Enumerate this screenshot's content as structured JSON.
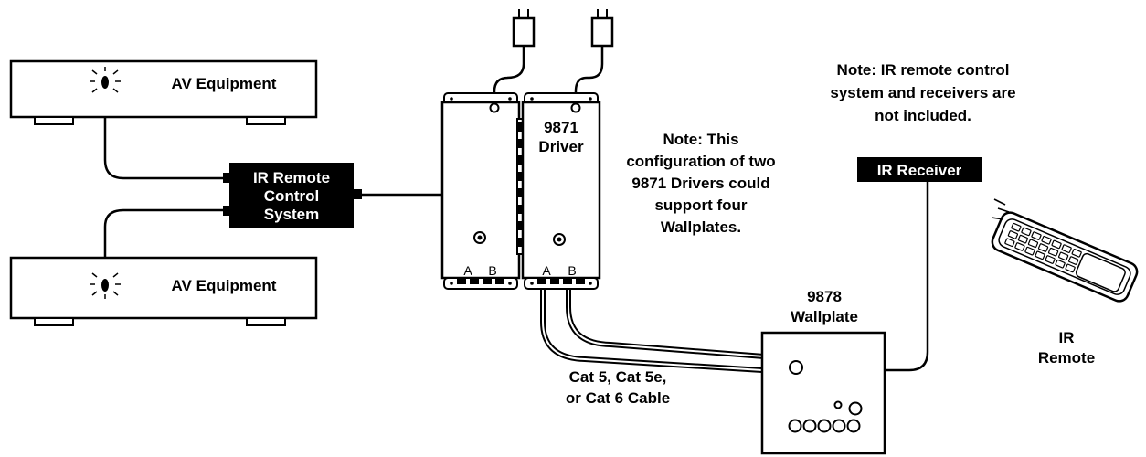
{
  "colors": {
    "ink": "#000000",
    "paper": "#ffffff"
  },
  "devices": {
    "av_top": {
      "label": "AV Equipment",
      "icon": "ir-emitter-icon"
    },
    "av_bottom": {
      "label": "AV Equipment",
      "icon": "ir-emitter-icon"
    },
    "ir_control": {
      "lines": [
        "IR Remote",
        "Control",
        "System"
      ]
    },
    "driver": {
      "lines": [
        "9871",
        "Driver"
      ],
      "port_a": "A",
      "port_b": "B",
      "left_port_a": "A",
      "left_port_b": "B"
    },
    "ir_receiver": {
      "label": "IR Receiver"
    },
    "wallplate": {
      "lines": [
        "9878",
        "Wallplate"
      ]
    },
    "remote": {
      "lines": [
        "IR",
        "Remote"
      ],
      "icon": "ir-remote-icon"
    }
  },
  "cable_label": {
    "lines": [
      "Cat 5, Cat 5e,",
      "or Cat 6 Cable"
    ]
  },
  "notes": {
    "drivers": [
      "Note: This",
      "configuration of two",
      "9871 Drivers could",
      "support four",
      "Wallplates."
    ],
    "ir_system": [
      "Note: IR remote control",
      "system and receivers are",
      "not included."
    ]
  }
}
